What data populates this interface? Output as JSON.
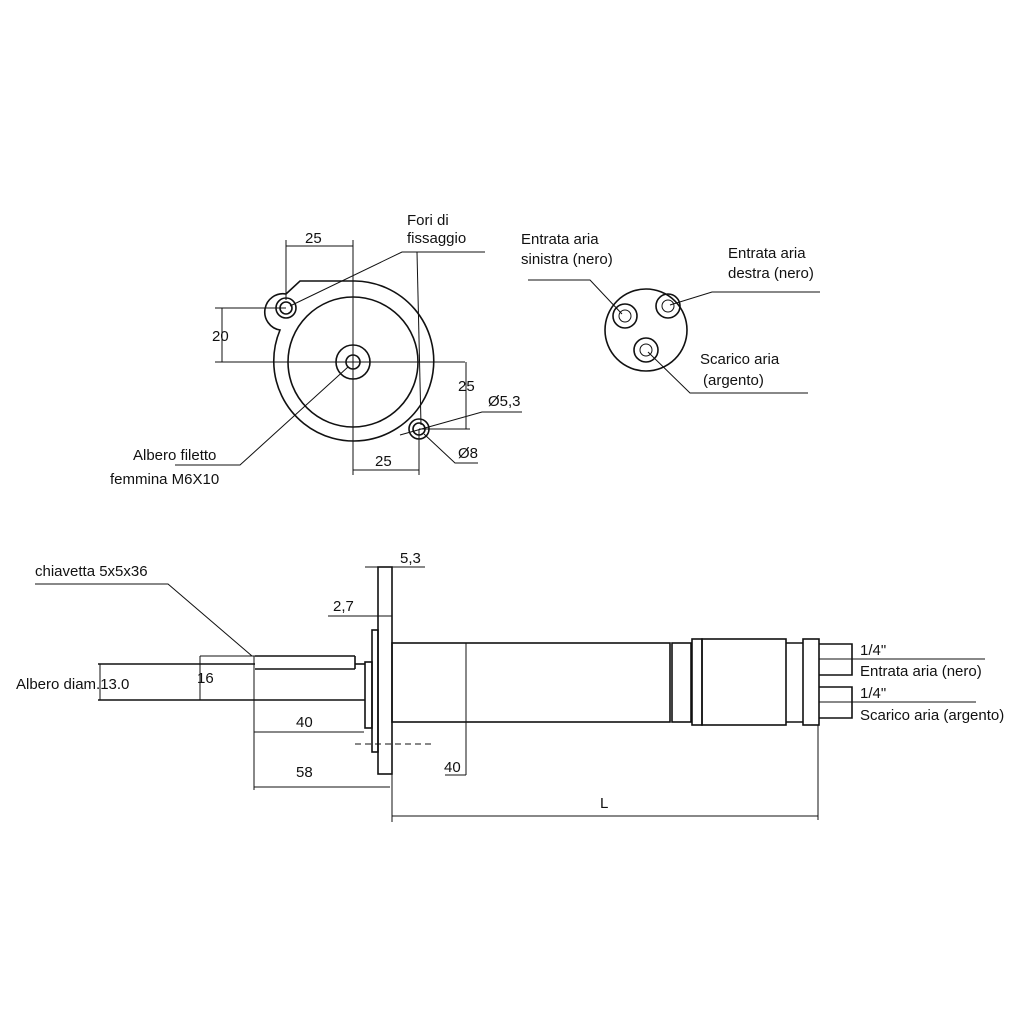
{
  "front_view": {
    "dim_horizontal_top": "25",
    "dim_vertical_left": "20",
    "dim_vertical_right": "25",
    "dim_horizontal_bottom": "25",
    "mount_holes_label_line1": "Fori di",
    "mount_holes_label_line2": "fissaggio",
    "hole_diameter_inner": "Ø5,3",
    "hole_diameter_outer": "Ø8",
    "shaft_label_line1": "Albero filetto",
    "shaft_label_line2": "femmina M6X10"
  },
  "rear_view": {
    "left_inlet_line1": "Entrata aria",
    "left_inlet_line2": "sinistra (nero)",
    "right_inlet_line1": "Entrata aria",
    "right_inlet_line2": "destra (nero)",
    "exhaust_line1": "Scarico aria",
    "exhaust_line2": "(argento)"
  },
  "side_view": {
    "key_label": "chiavetta 5x5x36",
    "shaft_label": "Albero diam.13.0",
    "dim_16": "16",
    "dim_40_shaft": "40",
    "dim_58": "58",
    "dim_5_3": "5,3",
    "dim_2_7": "2,7",
    "dim_40_body": "40",
    "dim_L": "L",
    "port1_size": "1/4\"",
    "port1_label": "Entrata aria (nero)",
    "port2_size": "1/4\"",
    "port2_label": "Scarico aria (argento)"
  }
}
